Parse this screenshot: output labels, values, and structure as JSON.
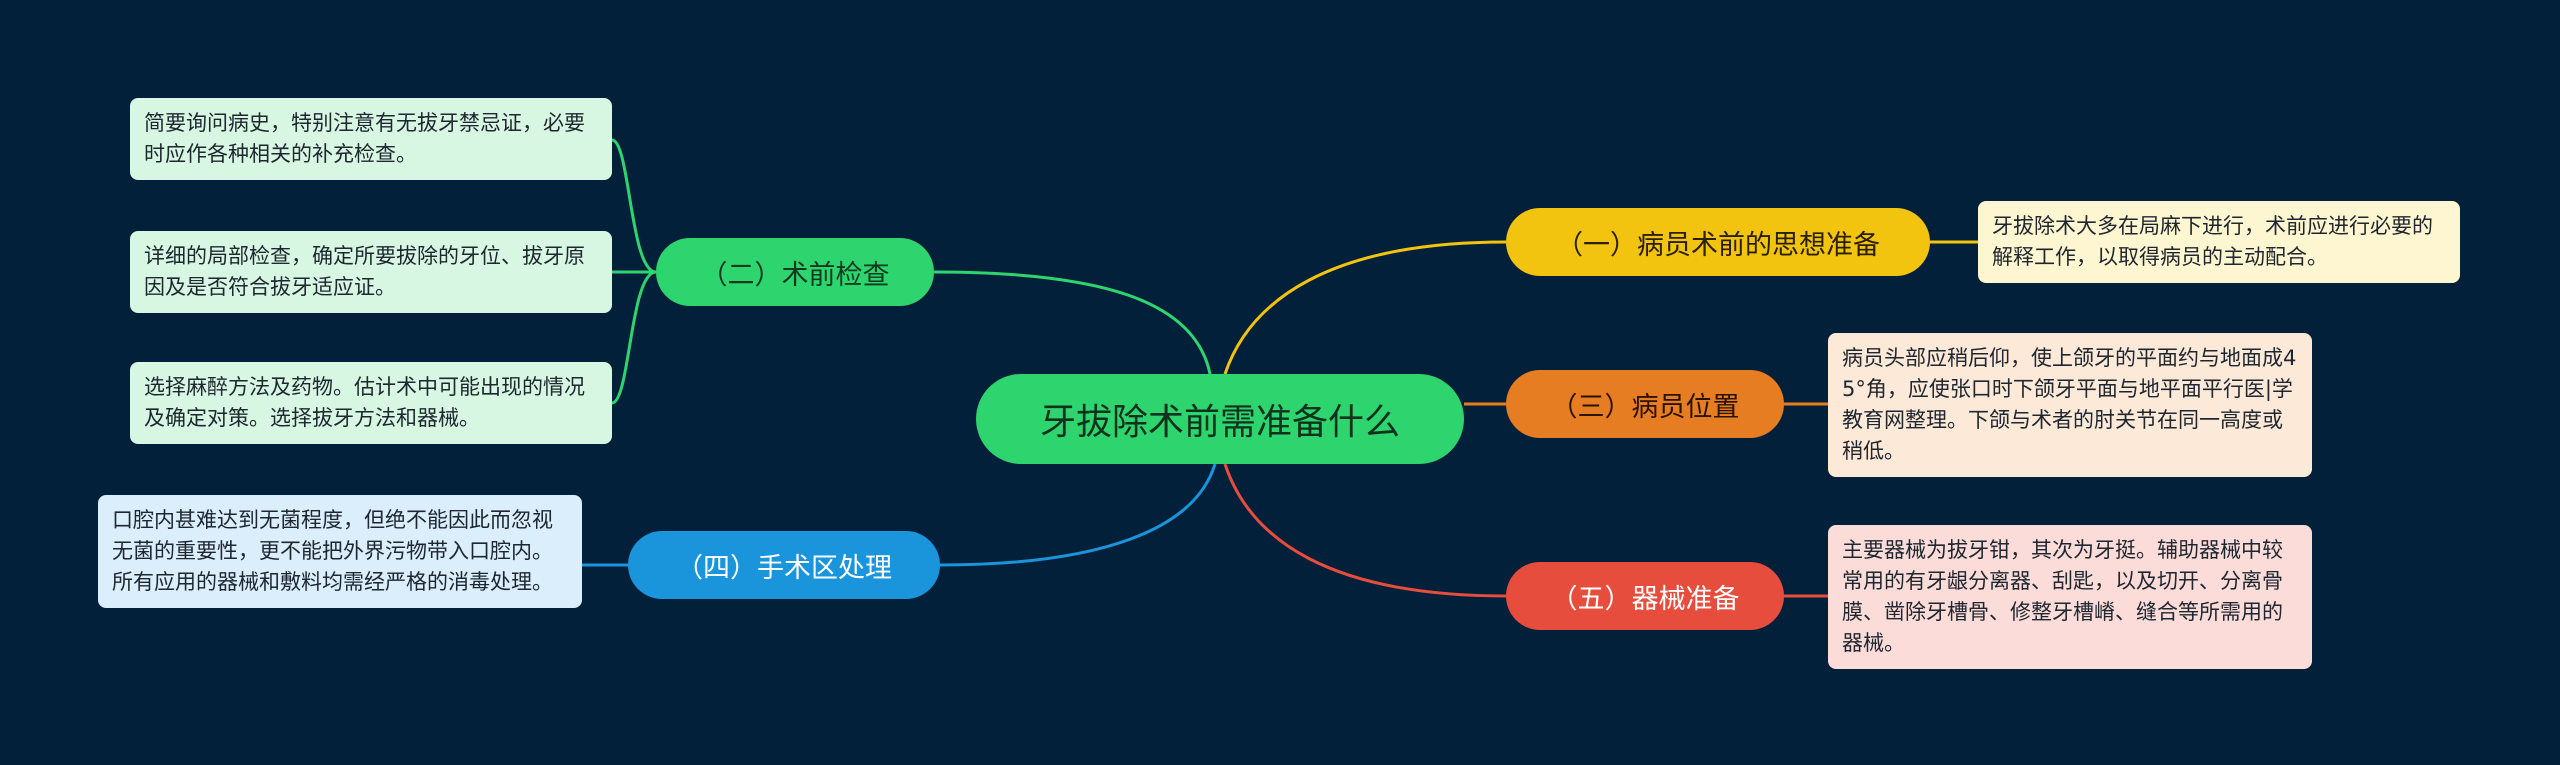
{
  "root": {
    "label": "牙拔除术前需准备什么",
    "color": "#2ed46d"
  },
  "branches": [
    {
      "label": "（一）病员术前的思想准备",
      "color": "#f2c40f",
      "leaves": [
        "牙拔除术大多在局麻下进行，术前应进行必要的解释工作，以取得病员的主动配合。"
      ]
    },
    {
      "label": "（二）术前检查",
      "color": "#2ed46d",
      "leaves": [
        "简要询问病史，特别注意有无拔牙禁忌证，必要时应作各种相关的补充检查。",
        "详细的局部检查，确定所要拔除的牙位、拔牙原因及是否符合拔牙适应证。",
        "选择麻醉方法及药物。估计术中可能出现的情况及确定对策。选择拔牙方法和器械。"
      ]
    },
    {
      "label": "（三）病员位置",
      "color": "#e77d22",
      "leaves": [
        "病员头部应稍后仰，使上颌牙的平面约与地面成45°角，应使张口时下颌牙平面与地平面平行医|学教育网整理。下颌与术者的肘关节在同一高度或稍低。"
      ]
    },
    {
      "label": "（四）手术区处理",
      "color": "#1a95dc",
      "leaves": [
        "口腔内甚难达到无菌程度，但绝不能因此而忽视无菌的重要性，更不能把外界污物带入口腔内。所有应用的器械和敷料均需经严格的消毒处理。"
      ]
    },
    {
      "label": "（五）器械准备",
      "color": "#e74d3d",
      "leaves": [
        "主要器械为拔牙钳，其次为牙挺。辅助器械中较常用的有牙龈分离器、刮匙，以及切开、分离骨膜、凿除牙槽骨、修整牙槽嵴、缝合等所需用的器械。"
      ]
    }
  ]
}
